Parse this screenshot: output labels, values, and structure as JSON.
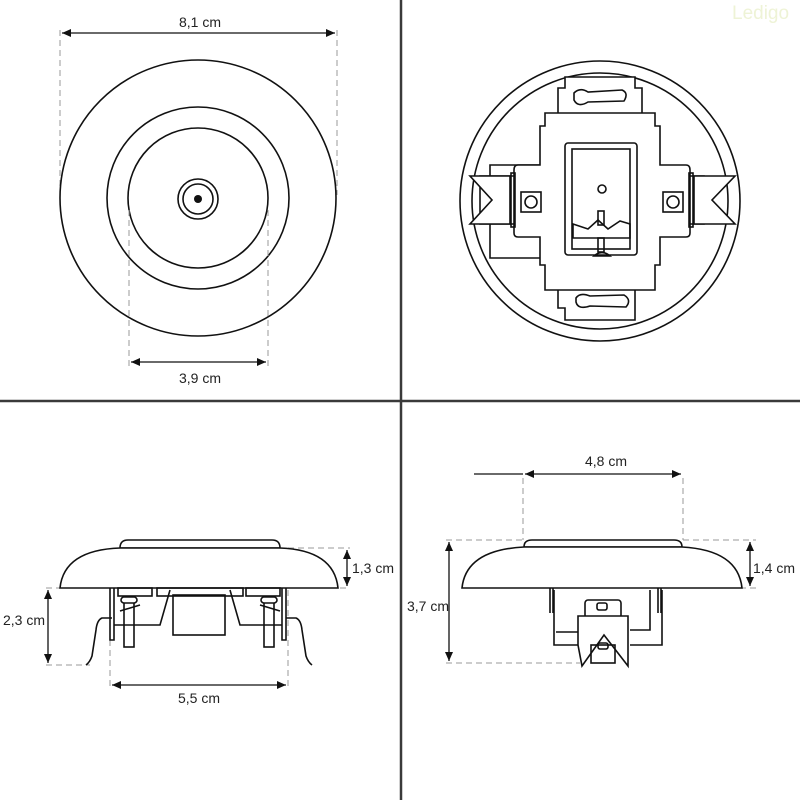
{
  "watermark": "Ledigo",
  "views": {
    "front": {
      "width_label": "8,1 cm",
      "inner_label": "3,9 cm"
    },
    "back": {},
    "side_left": {
      "cap_height_label": "1,3 cm",
      "body_height_label": "2,3 cm",
      "base_width_label": "5,5 cm"
    },
    "side_right": {
      "top_width_label": "4,8 cm",
      "cap_height_label": "1,4 cm",
      "total_height_label": "3,7 cm"
    }
  },
  "colors": {
    "line": "#111111",
    "dimension_dash": "#999999",
    "grid": "#3a3a3a",
    "watermark": "#eef3d6"
  }
}
